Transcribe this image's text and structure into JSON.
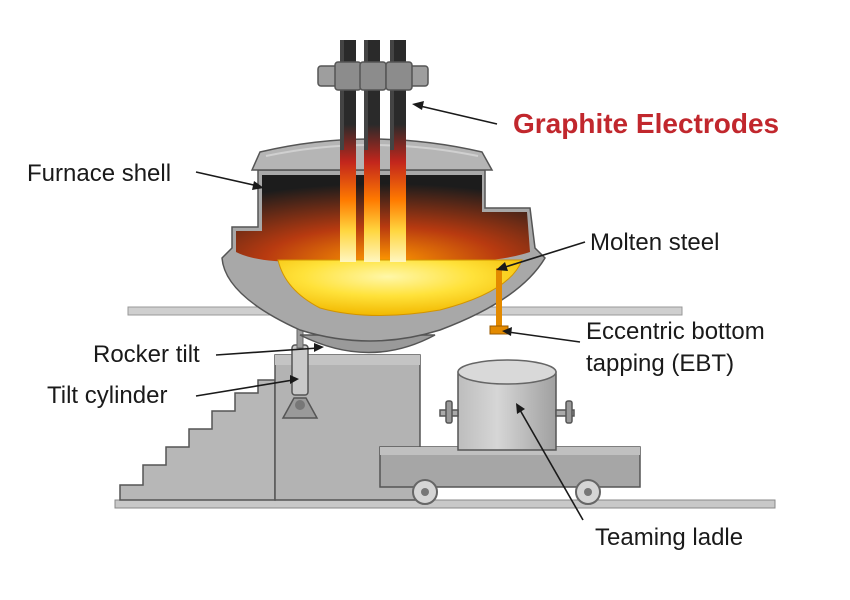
{
  "diagram": {
    "title": "Graphite Electrodes",
    "labels": {
      "furnace_shell": "Furnace shell",
      "molten_steel": "Molten steel",
      "rocker_tilt": "Rocker tilt",
      "ebt_line1": "Eccentric bottom",
      "ebt_line2": "tapping (EBT)",
      "tilt_cylinder": "Tilt cylinder",
      "teaming_ladle": "Teaming ladle"
    },
    "colors": {
      "title": "#c1272d",
      "steel_gray": "#a9a9a9",
      "dark_interior": "#1f1f1f",
      "molten": "#ffd21f",
      "hot_tip": "#ff6a00"
    }
  }
}
